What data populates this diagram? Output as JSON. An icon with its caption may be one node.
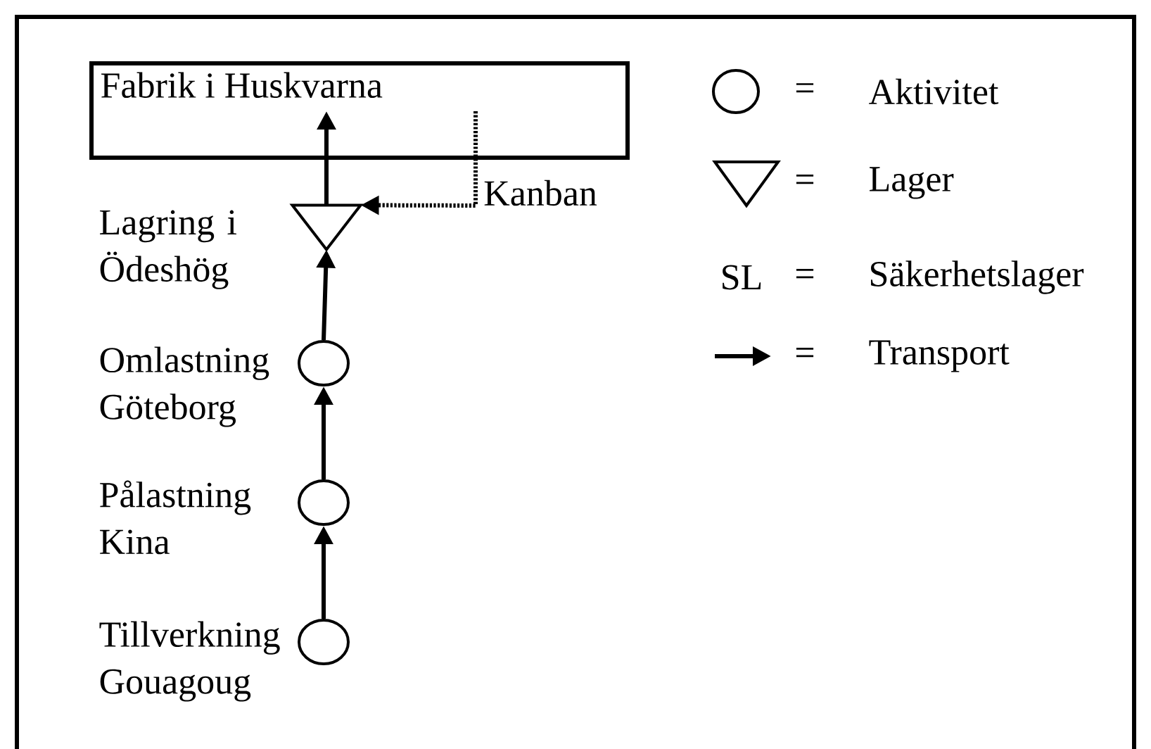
{
  "diagram": {
    "nodes": [
      {
        "text": [
          "Fabrik i Huskvarna"
        ]
      },
      {
        "text": [],
        "shape": "triangle",
        "beside": [
          "Lagring i Ödeshög"
        ]
      },
      {
        "text": [],
        "shape": "circle",
        "beside": [
          "Omlastning Göteborg"
        ]
      },
      {
        "text": [],
        "shape": "circle",
        "beside": [
          "Pålastning Kina"
        ]
      },
      {
        "text": [],
        "shape": "circle",
        "beside": [
          "Tillverkning Gouagoug"
        ]
      }
    ],
    "edges": [
      {
        "from": 4,
        "to": 3,
        "arrow": "to"
      },
      {
        "from": 3,
        "to": 2,
        "arrow": "to"
      },
      {
        "from": 2,
        "to": 1,
        "arrow": "to"
      },
      {
        "from": 1,
        "to": 0,
        "arrow": "to"
      },
      {
        "from": 0,
        "to": 1,
        "arrow": "to",
        "style": "dashed",
        "label": "Kanban"
      }
    ],
    "labels": [
      "=",
      "=",
      "SL",
      "=",
      "="
    ],
    "legend": [
      {
        "text": "Aktivitet"
      },
      {
        "text": "Lager"
      },
      {
        "text": "Säkerhetslager"
      },
      {
        "text": "Transport"
      }
    ]
  }
}
